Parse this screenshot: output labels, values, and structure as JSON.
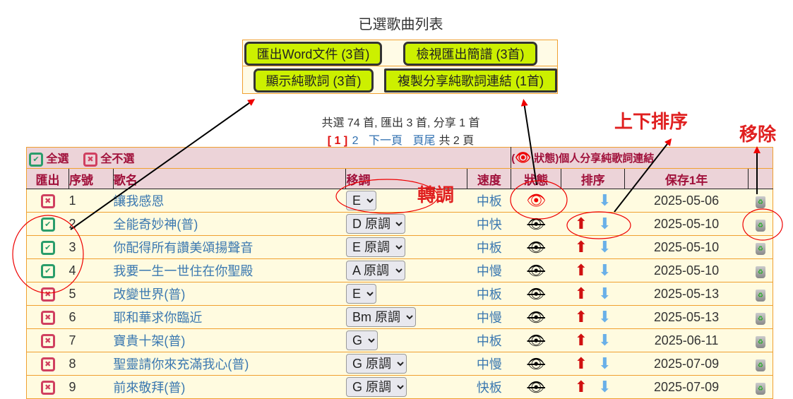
{
  "title": "已選歌曲列表",
  "buttons": {
    "export_word": "匯出Word文件 (3首)",
    "view_score": "檢視匯出簡譜 (3首)",
    "show_lyrics": "顯示純歌詞 (3首)",
    "copy_link": "複製分享純歌詞連結 (1首)"
  },
  "summary": "共選 74 首, 匯出 3 首, 分享 1 首",
  "pager": {
    "current": "[ 1 ]",
    "page2": "2",
    "next": "下一頁",
    "last": "頁尾",
    "total": "共 2 頁"
  },
  "toolbar": {
    "select_all": "全選",
    "deselect_all": "全不選",
    "legend_prefix": "(",
    "legend_suffix": " 狀態)個人分享純歌詞連結"
  },
  "columns": [
    "匯出",
    "序號",
    "歌名",
    "移調",
    "速度",
    "狀態",
    "排序",
    "保存1年",
    ""
  ],
  "rows": [
    {
      "checked": false,
      "no": "1",
      "name": "讓我感恩",
      "key": "E",
      "speed": "中板",
      "shared": true,
      "up": false,
      "date": "2025-05-06"
    },
    {
      "checked": true,
      "no": "2",
      "name": "全能奇妙神(普)",
      "key": "D 原調",
      "speed": "中快",
      "shared": false,
      "up": true,
      "date": "2025-05-10"
    },
    {
      "checked": true,
      "no": "3",
      "name": "你配得所有讚美頌揚聲音",
      "key": "E 原調",
      "speed": "中板",
      "shared": false,
      "up": true,
      "date": "2025-05-10"
    },
    {
      "checked": true,
      "no": "4",
      "name": "我要一生一世住在你聖殿",
      "key": "A 原調",
      "speed": "中慢",
      "shared": false,
      "up": true,
      "date": "2025-05-10"
    },
    {
      "checked": false,
      "no": "5",
      "name": "改變世界(普)",
      "key": "E",
      "speed": "中板",
      "shared": false,
      "up": true,
      "date": "2025-05-13"
    },
    {
      "checked": false,
      "no": "6",
      "name": "耶和華求你臨近",
      "key": "Bm 原調",
      "speed": "中慢",
      "shared": false,
      "up": true,
      "date": "2025-05-13"
    },
    {
      "checked": false,
      "no": "7",
      "name": "寶貴十架(普)",
      "key": "G",
      "speed": "中板",
      "shared": false,
      "up": true,
      "date": "2025-06-11"
    },
    {
      "checked": false,
      "no": "8",
      "name": "聖靈請你來充滿我心(普)",
      "key": "G 原調",
      "speed": "中慢",
      "shared": false,
      "up": true,
      "date": "2025-07-09"
    },
    {
      "checked": false,
      "no": "9",
      "name": "前來敬拜(普)",
      "key": "G 原調",
      "speed": "快板",
      "shared": false,
      "up": true,
      "date": "2025-07-09"
    }
  ],
  "annotations": {
    "transpose": "轉調",
    "sort": "上下排序",
    "remove": "移除"
  }
}
